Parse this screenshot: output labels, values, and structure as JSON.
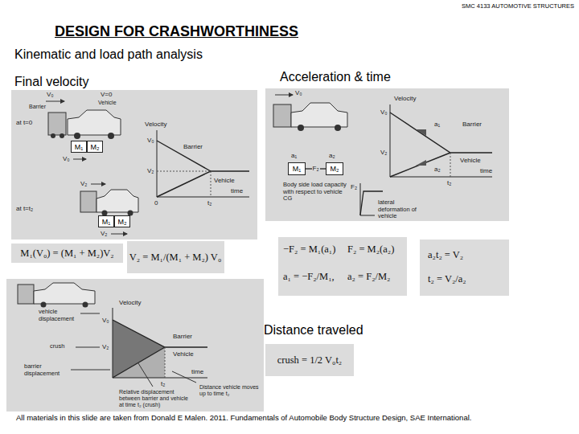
{
  "diagram": {
    "title": "DESIGN FOR CRASHWORTHINESS",
    "caption": "All materials in this slide are taken from Donald E Malen. 2011. Fundamentals of Automobile Body Structure Design, SAE International.",
    "nodes": [
      {
        "text": [
          "M₁"
        ]
      },
      {
        "text": [
          "M₂"
        ]
      },
      {
        "text": [
          "M₁"
        ]
      },
      {
        "text": [
          "M₂"
        ]
      },
      {
        "text": [
          "M₁"
        ]
      },
      {
        "text": [
          "M₂"
        ]
      },
      {
        "text": [
          "M₁(V₀) = (M₁ + M₂)V₂"
        ]
      },
      {
        "text": [
          "V₂ = M₁/(M₁ + M₂) V₀"
        ]
      },
      {
        "text": [
          "−F₂ = M₁(a₁)",
          "F₂ = M₂(a₂)",
          "a₁ = −F₂/M₁,",
          "a₂ = F₂/M₂"
        ]
      },
      {
        "text": [
          "a₂t₂ = V₂",
          "t₂ = V₂/a₂"
        ]
      },
      {
        "text": [
          "crush = 1/2 V₀t₂"
        ]
      }
    ],
    "edges": [
      {
        "from": 4,
        "to": 5,
        "arrow": "none",
        "label": "F₂"
      }
    ],
    "labels": [
      "SMC 4133 AUTOMOTIVE STRUCTURES",
      "Kinematic and load path analysis",
      "Final velocity",
      "Acceleration & time",
      "Distance traveled",
      "V₀",
      "Barrier",
      "V=0",
      "Vehicle",
      "at t=0",
      "V₀",
      "Velocity",
      "V₀",
      "Barrier",
      "V₂",
      "Vehicle",
      "0",
      "t₂",
      "time",
      "at t=t₂",
      "V₂",
      "V₂",
      "V₀",
      "Velocity",
      "V₀",
      "a₁",
      "Barrier",
      "V₂",
      "a₂",
      "Vehicle",
      "time",
      "t₂",
      "a₁",
      "a₂",
      "F₂",
      "Body side load capacity with respect to vehicle CG",
      "lateral deformation of vehicle",
      "Velocity",
      "V₀",
      "V₂",
      "Barrier",
      "Vehicle",
      "time",
      "t₂",
      "vehicle displacement",
      "crush",
      "barrier displacement",
      "Relative displacement between barrier and vehicle at time t₂ (crush)",
      "Distance vehicle moves up to time t₂"
    ]
  }
}
